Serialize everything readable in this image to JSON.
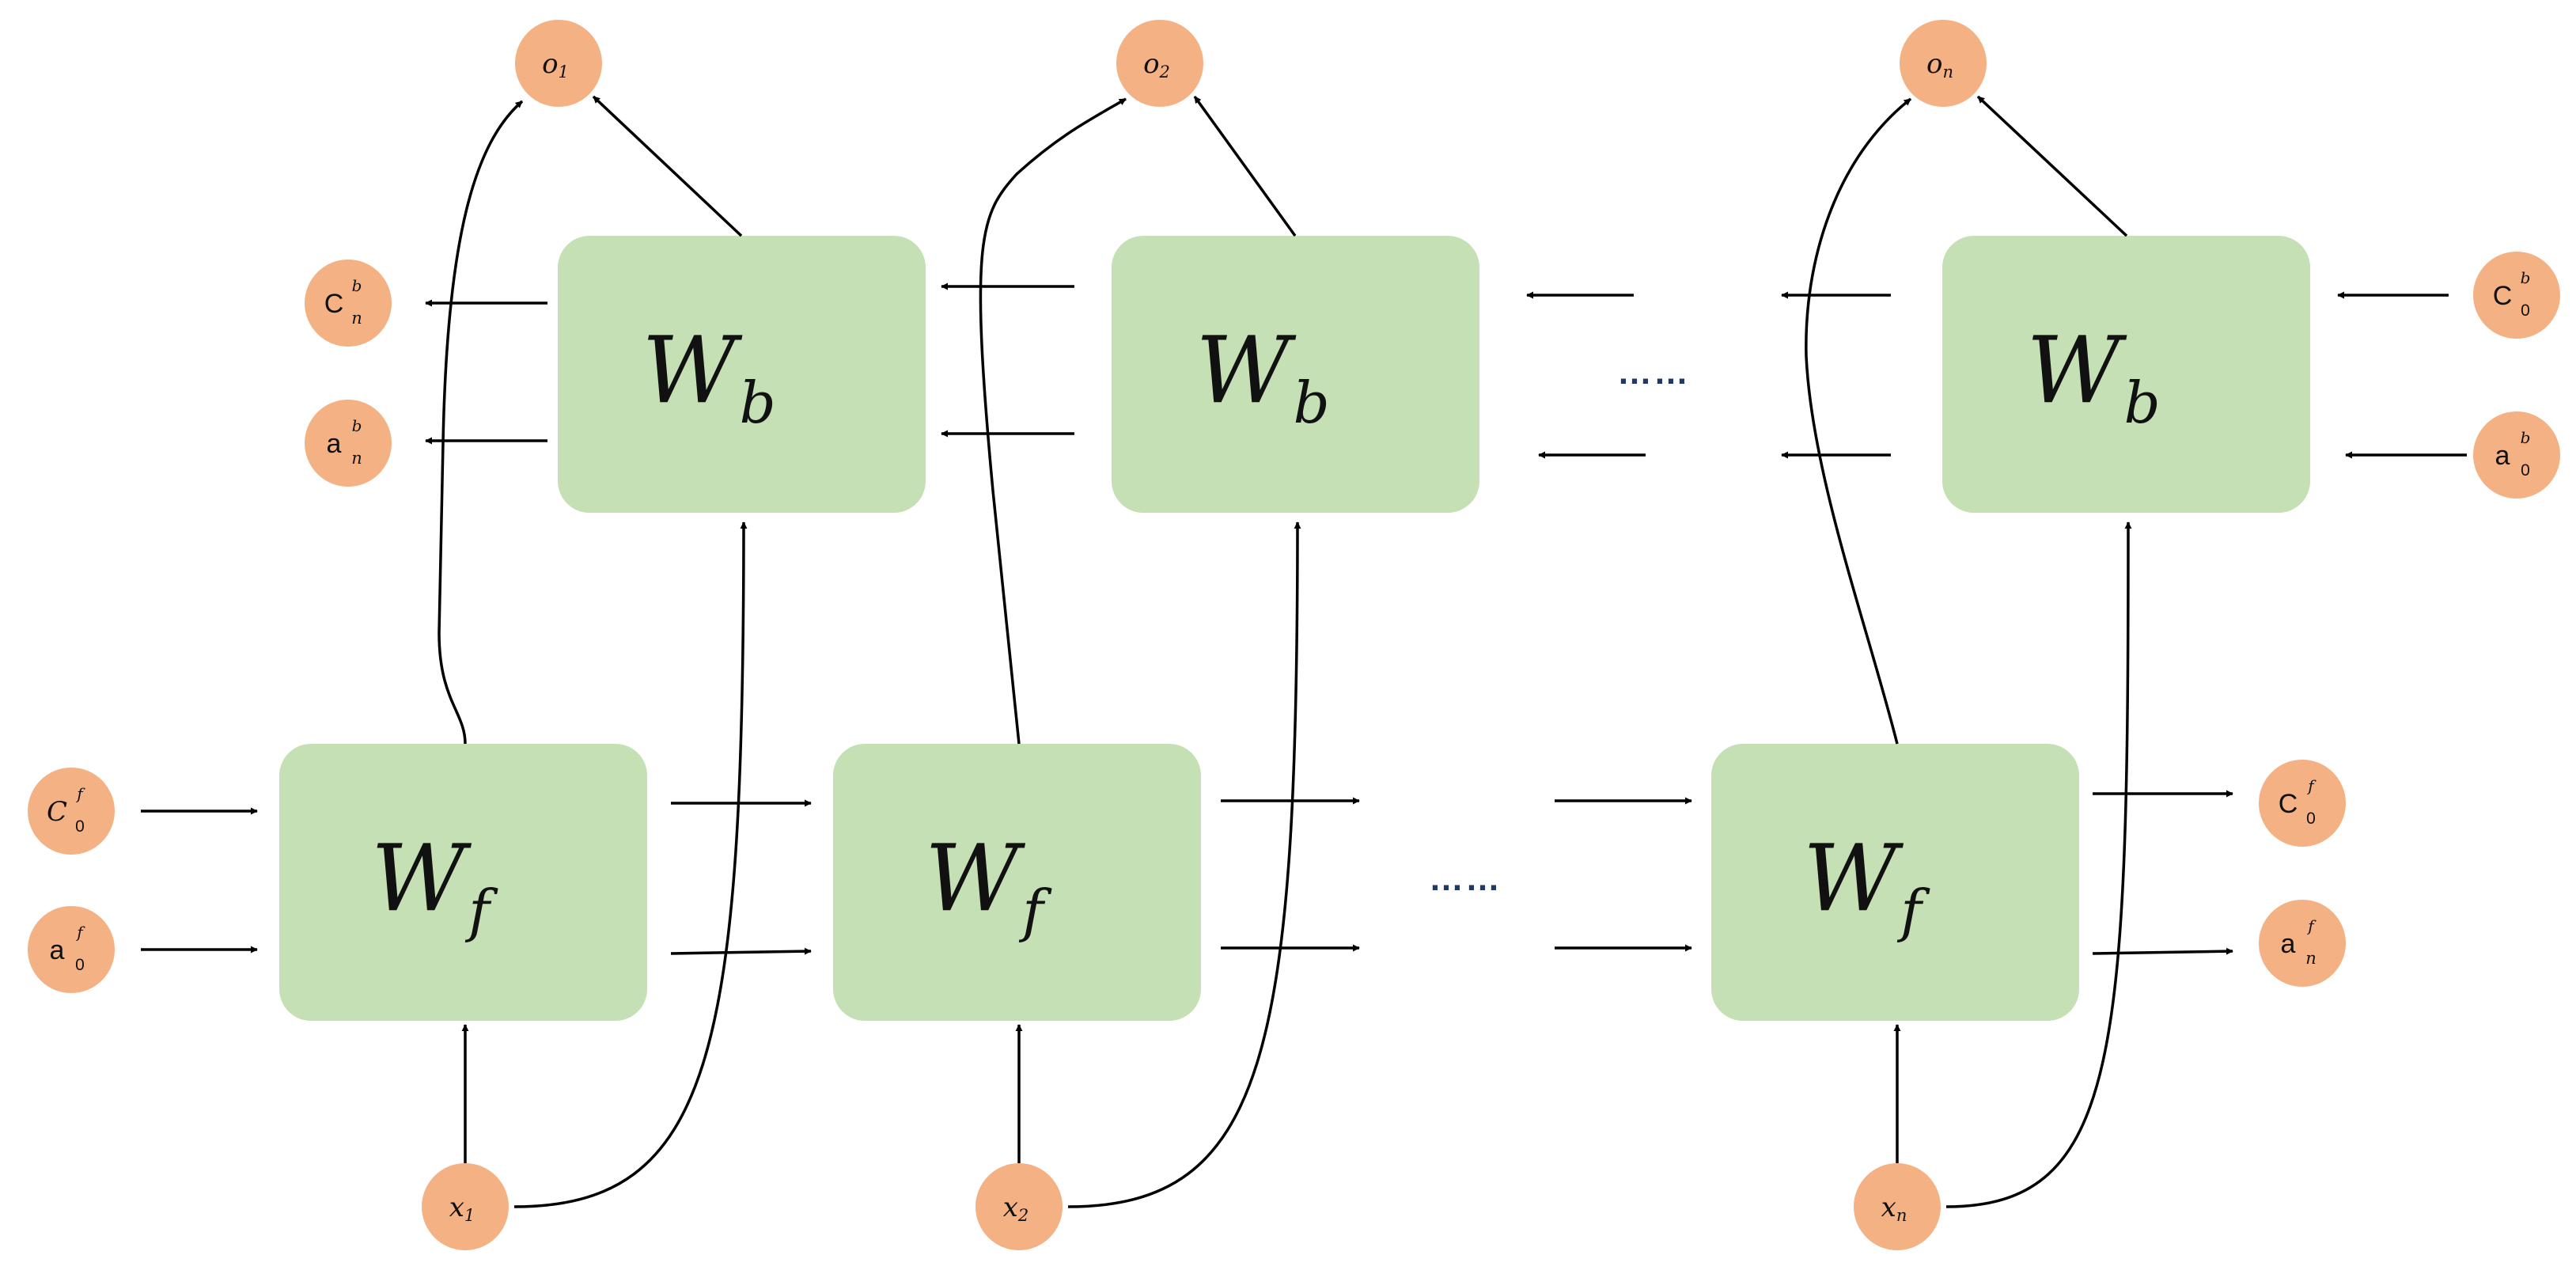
{
  "cells": {
    "backward": {
      "main": "W",
      "sub": "b"
    },
    "forward": {
      "main": "W",
      "sub": "f"
    }
  },
  "inputs": [
    {
      "main": "x",
      "sub": "1"
    },
    {
      "main": "x",
      "sub": "2"
    },
    {
      "main": "x",
      "sub": "n"
    }
  ],
  "outputs": [
    {
      "main": "o",
      "sub": "1"
    },
    {
      "main": "o",
      "sub": "2"
    },
    {
      "main": "o",
      "sub": "n"
    }
  ],
  "states": {
    "backward_final_c": {
      "main": "C",
      "sup": "b",
      "sub": "n"
    },
    "backward_final_a": {
      "main": "a",
      "sup": "b",
      "sub": "n"
    },
    "backward_init_c": {
      "main": "C",
      "sup": "b",
      "sub": "0"
    },
    "backward_init_a": {
      "main": "a",
      "sup": "b",
      "sub": "0"
    },
    "forward_init_c": {
      "main": "C",
      "sup": "f",
      "sub": "0"
    },
    "forward_init_a": {
      "main": "a",
      "sup": "f",
      "sub": "0"
    },
    "forward_final_c": {
      "main": "C",
      "sup": "f",
      "sub": "0"
    },
    "forward_final_a": {
      "main": "a",
      "sup": "f",
      "sub": "n"
    }
  },
  "ellipsis": "……",
  "colors": {
    "cell_fill": "#c5e0b4",
    "node_fill": "#f4b183",
    "ellipsis": "#1f3864"
  }
}
